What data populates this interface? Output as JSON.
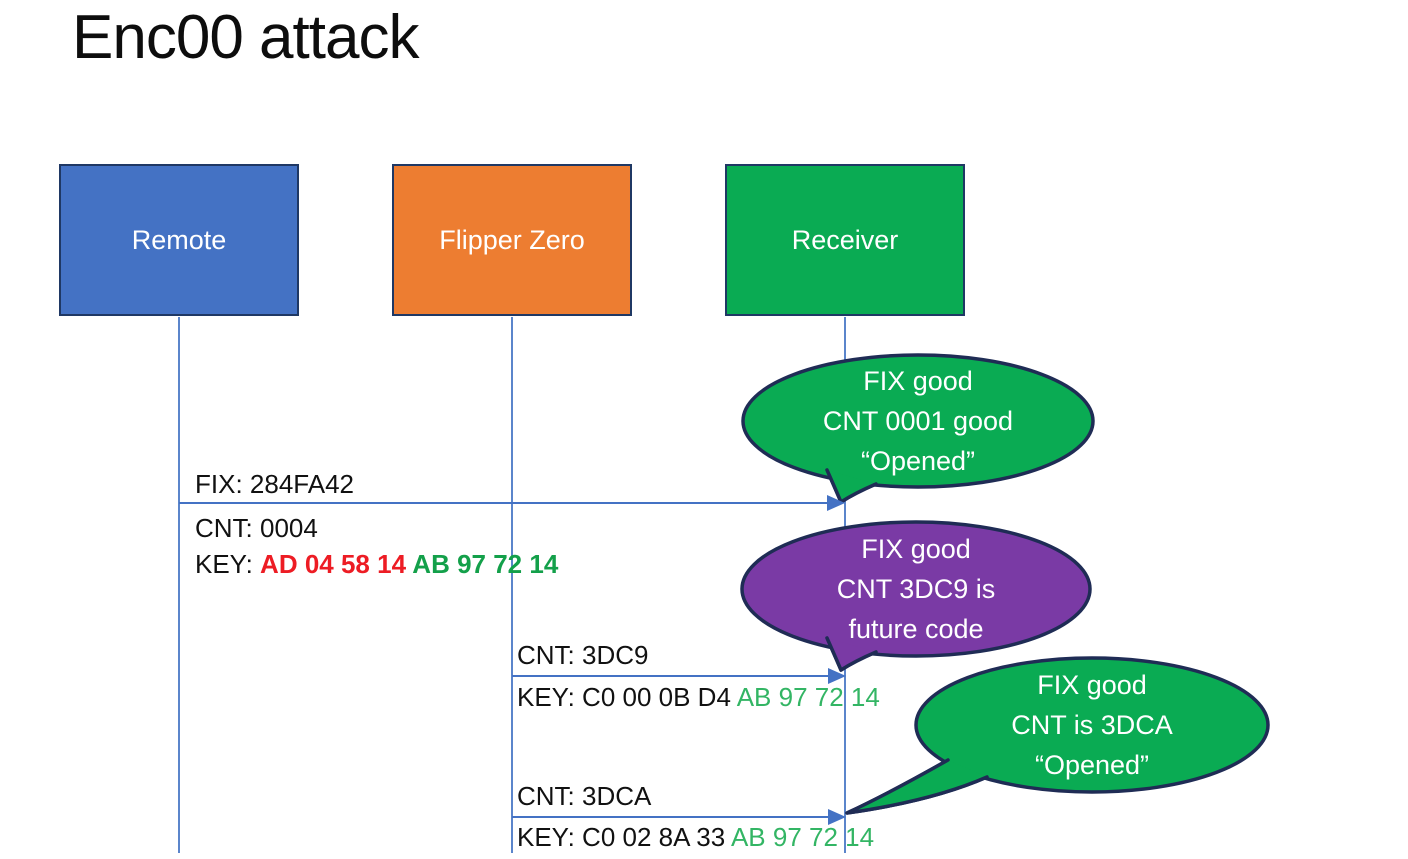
{
  "slide": {
    "title": "Enc00 attack"
  },
  "actors": [
    {
      "id": "remote",
      "label": "Remote"
    },
    {
      "id": "flipper-zero",
      "label": "Flipper Zero"
    },
    {
      "id": "receiver",
      "label": "Receiver"
    }
  ],
  "messages": [
    {
      "from": "remote",
      "to": "receiver",
      "fix": "FIX: 284FA42",
      "cnt": "CNT: 0004",
      "key_prefix": "KEY: ",
      "key_red": "AD 04 58 14 ",
      "key_green": "AB 97 72 14"
    },
    {
      "from": "flipper-zero",
      "to": "receiver",
      "cnt": "CNT: 3DC9",
      "key_prefix": "KEY: ",
      "key_black": "C0 00 0B D4 ",
      "key_green": "AB 97 72 14"
    },
    {
      "from": "flipper-zero",
      "to": "receiver",
      "cnt": "CNT: 3DCA",
      "key_prefix": "KEY: ",
      "key_black": "C0 02 8A 33 ",
      "key_green": "AB 97 72 14"
    }
  ],
  "callouts": [
    {
      "color": "green",
      "lines": [
        "FIX good",
        "CNT 0001 good",
        "“Opened”"
      ]
    },
    {
      "color": "purple",
      "lines": [
        "FIX good",
        "CNT 3DC9 is",
        "future code"
      ]
    },
    {
      "color": "green",
      "lines": [
        "FIX good",
        "CNT is 3DCA",
        "“Opened”"
      ]
    }
  ],
  "colors": {
    "remote_fill": "#4472C4",
    "flipper_fill": "#ED7D31",
    "receiver_fill": "#0AAB53",
    "callout_green": "#0AAB53",
    "callout_purple": "#7A3AA5",
    "outline_navy": "#1F2C55",
    "connector_blue": "#4472C4",
    "key_red": "#ED1C24",
    "key_green_bold": "#13A04A",
    "key_green": "#33B564"
  }
}
